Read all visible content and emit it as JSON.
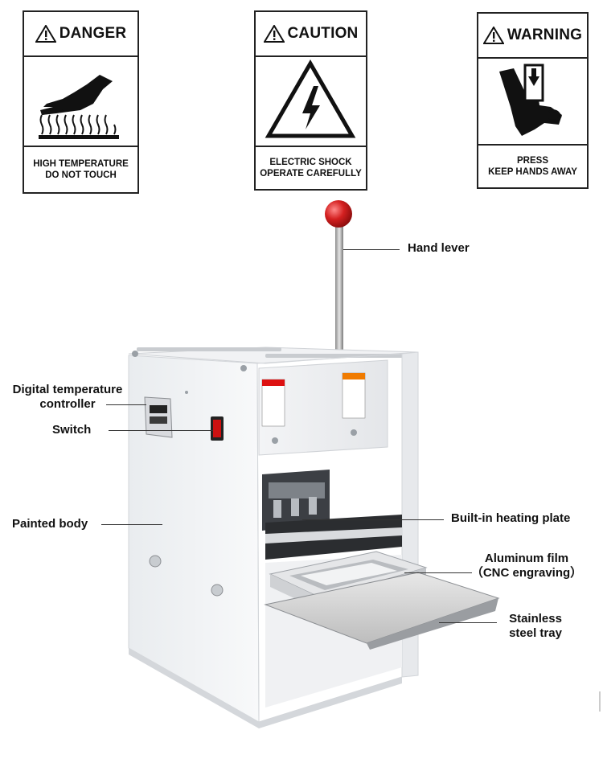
{
  "signs": [
    {
      "title": "DANGER",
      "caption_line1": "HIGH TEMPERATURE",
      "caption_line2": "DO NOT TOUCH",
      "icon": "hot-surface-hand-icon"
    },
    {
      "title": "CAUTION",
      "caption_line1": "ELECTRIC SHOCK",
      "caption_line2": "OPERATE CAREFULLY",
      "icon": "high-voltage-icon"
    },
    {
      "title": "WARNING",
      "caption_line1": "PRESS",
      "caption_line2": "KEEP HANDS AWAY",
      "icon": "crush-hand-icon"
    }
  ],
  "labels": {
    "hand_lever": "Hand lever",
    "temp_controller_line1": "Digital temperature",
    "temp_controller_line2": "controller",
    "switch": "Switch",
    "painted_body": "Painted body",
    "heating_plate": "Built-in heating plate",
    "aluminum_film_line1": "Aluminum film",
    "aluminum_film_line2": "（CNC engraving）",
    "steel_tray_line1": "Stainless",
    "steel_tray_line2": "steel tray"
  },
  "colors": {
    "lever_knob": "#d42020",
    "switch": "#cc1111",
    "sign_border": "#222222"
  }
}
